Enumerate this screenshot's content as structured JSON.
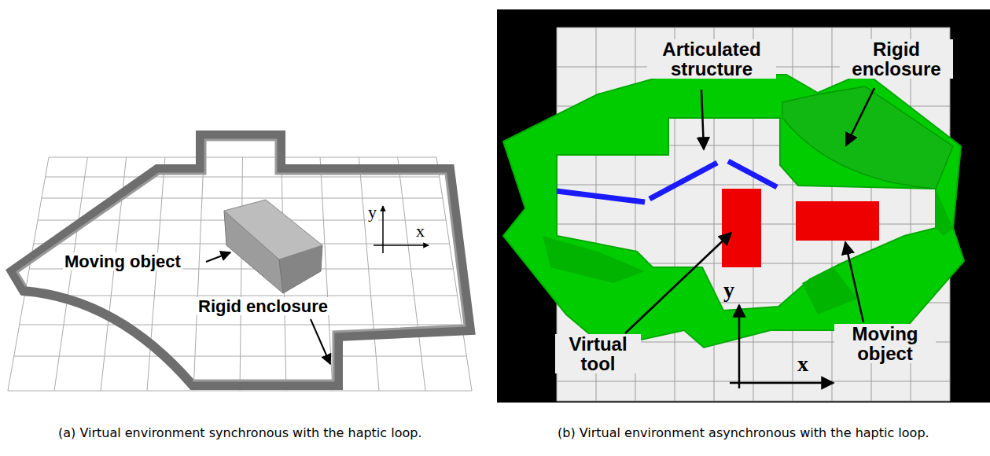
{
  "diagram": {
    "labels": [
      "Moving object",
      "Rigid enclosure",
      "y",
      "x",
      "(a) Virtual environment synchronous with the haptic loop.",
      "Articulated structure",
      "Rigid enclosure",
      "Virtual tool",
      "Moving object",
      "y",
      "x",
      "(b) Virtual environment asynchronous with the haptic loop."
    ]
  }
}
